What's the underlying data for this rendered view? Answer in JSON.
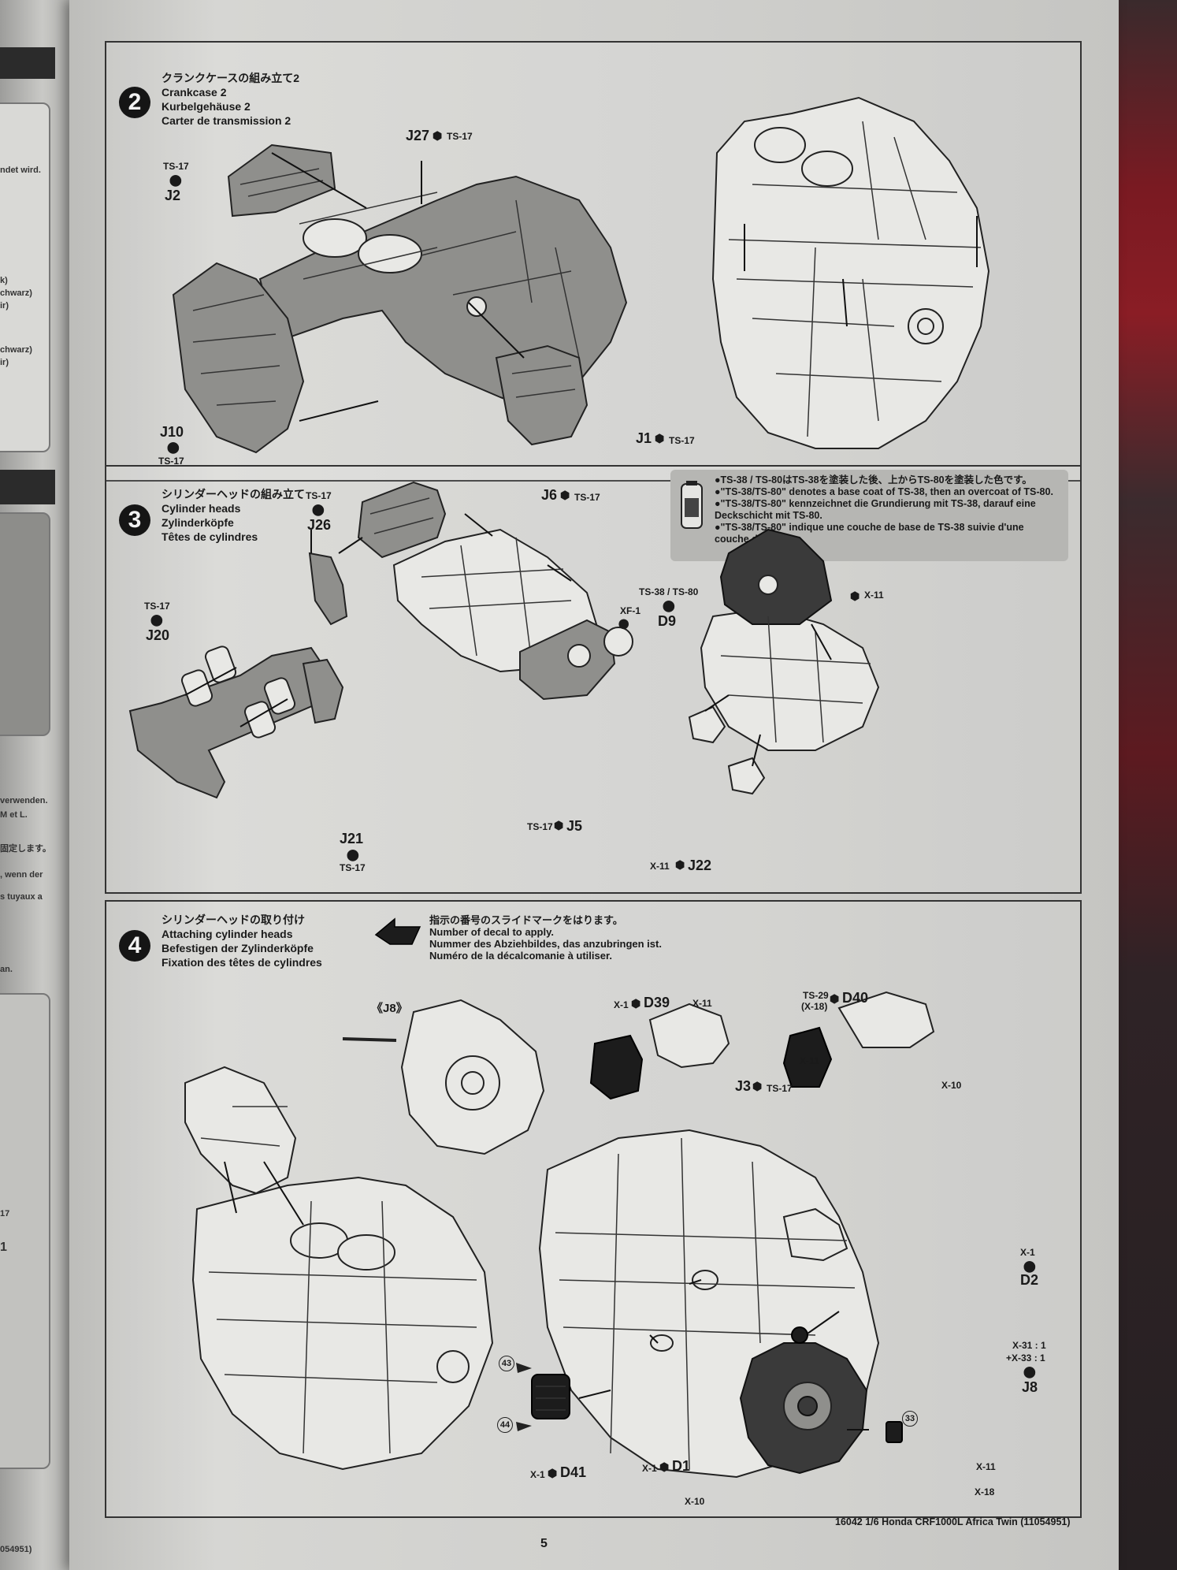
{
  "step2": {
    "number": "2",
    "title_ja": "クランクケースの組み立て2",
    "title_en": "Crankcase 2",
    "title_de": "Kurbelgehäuse 2",
    "title_fr": "Carter de transmission 2",
    "labels": {
      "j2_paint": "TS-17",
      "j2": "J2",
      "j27": "J27",
      "j27_paint": "TS-17",
      "j10": "J10",
      "j10_paint": "TS-17",
      "j1": "J1",
      "j1_paint": "TS-17"
    }
  },
  "step3": {
    "number": "3",
    "title_ja": "シリンダーヘッドの組み立て",
    "title_en": "Cylinder heads",
    "title_de": "Zylinderköpfe",
    "title_fr": "Têtes de cylindres",
    "note": {
      "line1": "●TS-38 / TS-80はTS-38を塗装した後、上からTS-80を塗装した色です。",
      "line2": "●\"TS-38/TS-80\" denotes a base coat of TS-38, then an overcoat of TS-80.",
      "line3": "●\"TS-38/TS-80\" kennzeichnet die Grundierung mit TS-38, darauf eine",
      "line4": "Deckschicht mit TS-80.",
      "line5": "●\"TS-38/TS-80\" indique une couche de base de TS-38 suivie d'une",
      "line6": "couche de TS-80."
    },
    "labels": {
      "j26_paint": "TS-17",
      "j26": "J26",
      "j6": "J6",
      "j6_paint": "TS-17",
      "j20_paint": "TS-17",
      "j20": "J20",
      "j21": "J21",
      "j21_paint": "TS-17",
      "xf1": "XF-1",
      "j5_paint": "TS-17",
      "j5": "J5",
      "d9_paint": "TS-38 / TS-80",
      "d9": "D9",
      "x11_top": "X-11",
      "x11_bottom": "X-11",
      "j22": "J22"
    }
  },
  "step4": {
    "number": "4",
    "title_ja": "シリンダーヘッドの取り付け",
    "title_en": "Attaching cylinder heads",
    "title_de": "Befestigen der Zylinderköpfe",
    "title_fr": "Fixation des têtes de cylindres",
    "decal": {
      "line1": "指示の番号のスライドマークをはります。",
      "line2": "Number of decal to apply.",
      "line3": "Nummer des Abziehbildes, das anzubringen ist.",
      "line4": "Numéro de la décalcomanie à utiliser."
    },
    "labels": {
      "j8_ref": "《J8》",
      "x1_d39": "X-1",
      "d39": "D39",
      "x11_a": "X-11",
      "x11_b": "X-11",
      "j3": "J3",
      "j3_paint": "TS-17",
      "d40_paint1": "TS-29",
      "d40_paint2": "(X-18)",
      "d40": "D40",
      "x10_a": "X-10",
      "d2_paint": "X-1",
      "d2": "D2",
      "j8_paint1": "X-31 : 1",
      "j8_paint2": "+X-33 : 1",
      "j8": "J8",
      "decal43": "43",
      "decal44": "44",
      "decal33": "33",
      "x1_d41": "X-1",
      "d41": "D41",
      "x1_d1": "X-1",
      "d1": "D1",
      "x11_c": "X-11",
      "x18": "X-18",
      "x10_b": "X-10"
    }
  },
  "footer": {
    "page_number": "5",
    "catalog": "16042  1/6 Honda CRF1000L Africa Twin (11054951)",
    "left_code": "054951)"
  },
  "prev_page": {
    "t1": "ndet wird.",
    "t2": "k)",
    "t3": "chwarz)",
    "t4": "ir)",
    "t5": "chwarz)",
    "t6": "ir)",
    "t7": "verwenden.",
    "t8": "M et L.",
    "t9": "固定します。",
    "t10": ", wenn der",
    "t11": "s tuyaux a",
    "t12": "an.",
    "t13": "17",
    "t14": "1"
  }
}
